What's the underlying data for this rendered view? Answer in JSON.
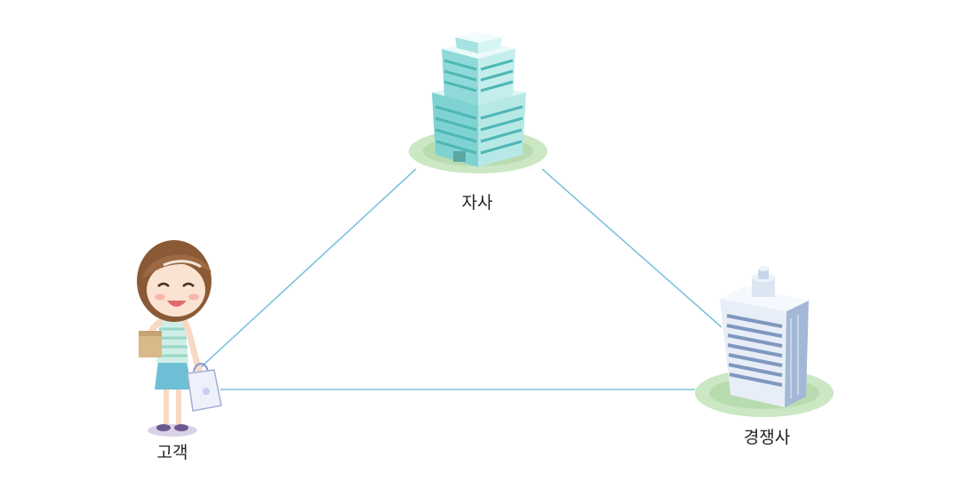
{
  "diagram": {
    "nodes": {
      "company": {
        "label": "자사",
        "icon": "company-building-icon"
      },
      "competitor": {
        "label": "경쟁사",
        "icon": "competitor-building-icon"
      },
      "customer": {
        "label": "고객",
        "icon": "customer-woman-icon"
      }
    },
    "edges": [
      {
        "from": "company",
        "to": "customer"
      },
      {
        "from": "company",
        "to": "competitor"
      },
      {
        "from": "customer",
        "to": "competitor"
      }
    ]
  },
  "colors": {
    "connector": "#7cc4dc",
    "base_outer": "#cbe7c4",
    "base_inner": "#b9dbb0",
    "building_teal": "#7ed3d2",
    "building_light": "#dff6f5",
    "building_blue": "#a3b7d6",
    "building_blue_light": "#e8eef7"
  }
}
